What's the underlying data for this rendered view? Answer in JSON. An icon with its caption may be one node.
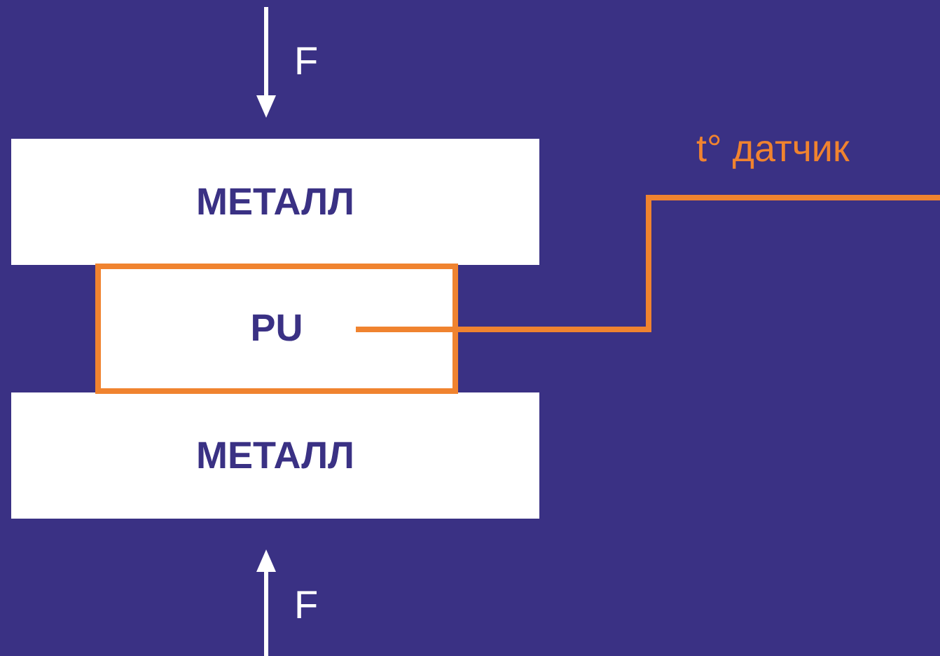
{
  "diagram": {
    "nodes": [
      {
        "text": [
          "МЕТАЛЛ"
        ]
      },
      {
        "text": [
          "PU"
        ]
      },
      {
        "text": [
          "МЕТАЛЛ"
        ]
      },
      {
        "text": [
          "t° датчик"
        ]
      }
    ],
    "edges": [
      {
        "from": 1,
        "to": 3,
        "arrow": "none",
        "color": "#f0832f"
      }
    ],
    "labels": [
      "F",
      "F"
    ]
  }
}
